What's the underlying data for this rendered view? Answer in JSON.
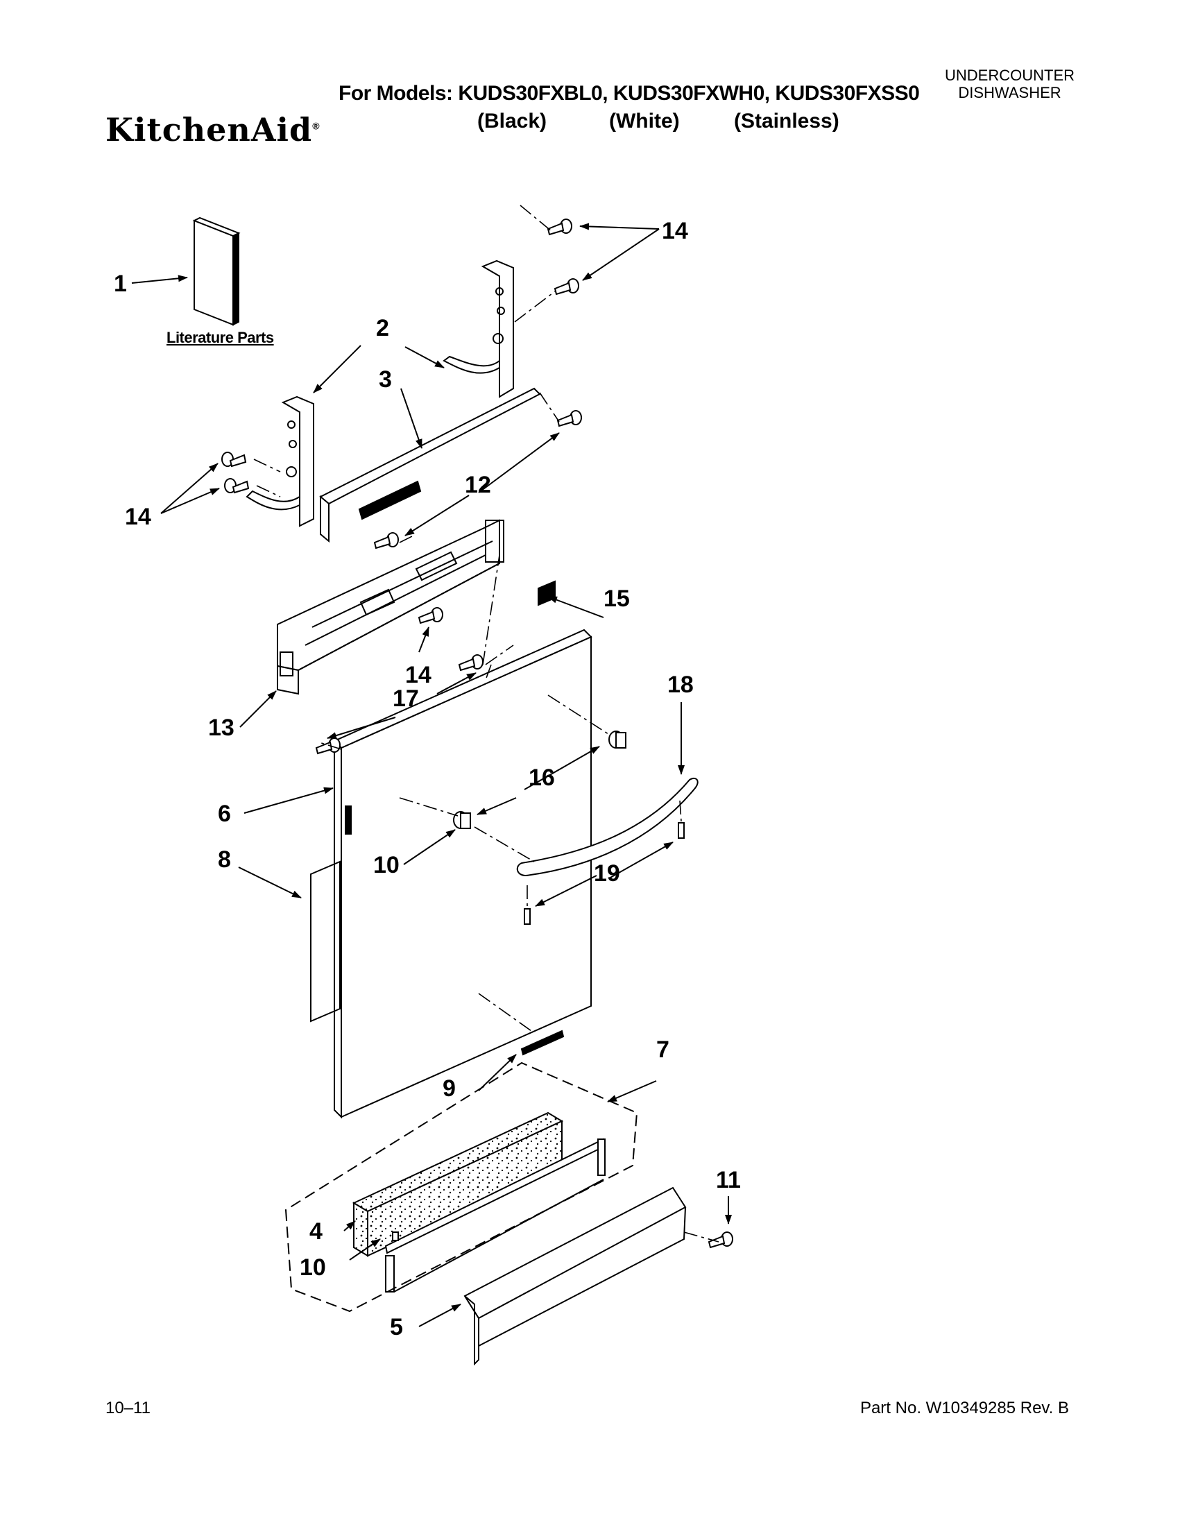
{
  "header": {
    "models_line": "For Models: KUDS30FXBL0, KUDS30FXWH0, KUDS30FXSS0",
    "colors": [
      "(Black)",
      "(White)",
      "(Stainless)"
    ],
    "brand": "KitchenAid",
    "brand_mark": "®",
    "product_type": [
      "UNDERCOUNTER",
      "DISHWASHER"
    ]
  },
  "diagram": {
    "literature_label": "Literature Parts",
    "callouts": [
      "1",
      "2",
      "3",
      "4",
      "5",
      "6",
      "7",
      "8",
      "9",
      "10",
      "10",
      "11",
      "12",
      "13",
      "14",
      "14",
      "14",
      "15",
      "16",
      "17",
      "18",
      "19"
    ]
  },
  "footer": {
    "date": "10–11",
    "part_number": "Part No. W10349285 Rev. B"
  }
}
